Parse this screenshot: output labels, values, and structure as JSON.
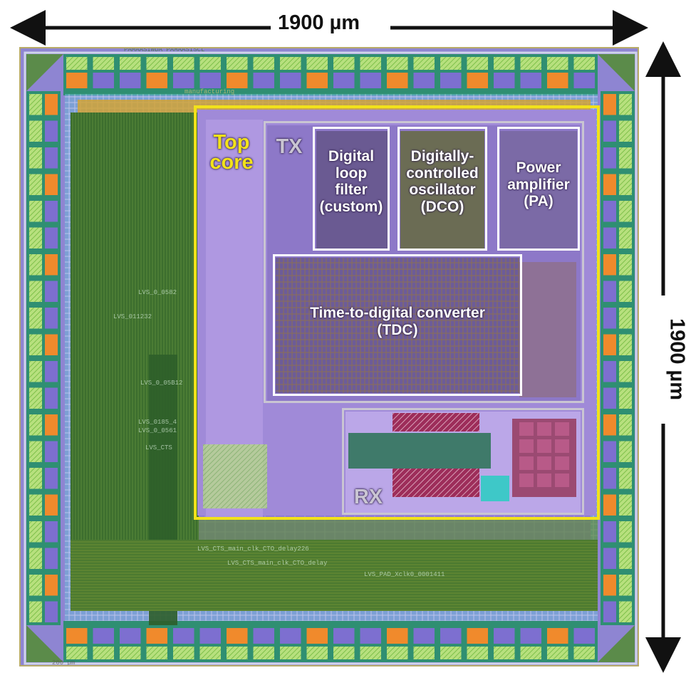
{
  "dimensions": {
    "width_label": "1900 µm",
    "height_label": "1900 µm"
  },
  "regions": {
    "top_core": "Top\ncore",
    "tx": "TX",
    "rx": "RX",
    "loop_filter": "Digital\nloop\nfilter\n(custom)",
    "dco": "Digitally-\ncontrolled\noscillator\n(DCO)",
    "pa": "Power\namplifier\n(PA)",
    "tdc": "Time-to-digital converter\n(TDC)"
  },
  "die_text": {
    "top_pad_label": "PAMAASIWDA PAMAASISCL",
    "manufacturing": "manufacturing",
    "scale_bar": "200 µm",
    "lvs_1": "LVS_0_0582",
    "lvs_2": "LVS_011232",
    "lvs_3": "LVS_0_05B12",
    "lvs_4": "LVS_0185_4",
    "lvs_5": "LVS_0_0561",
    "lvs_6": "LVS_CTS",
    "lvs_cts_1": "LVS_CTS_main_clk_CTO_delay226",
    "lvs_cts_2": "LVS_CTS_main_clk_CTO_delay",
    "lvs_pad": "LVS_PAD_Xclk0_0001411"
  },
  "colors": {
    "top_core_outline": "#f2e21a",
    "block_outline": "#ffffff",
    "tx_rx_outline": "#c9c5d2",
    "routing_green": "#3c6e2e",
    "pad_purple": "#7d6fd0",
    "arrow": "#111111"
  }
}
